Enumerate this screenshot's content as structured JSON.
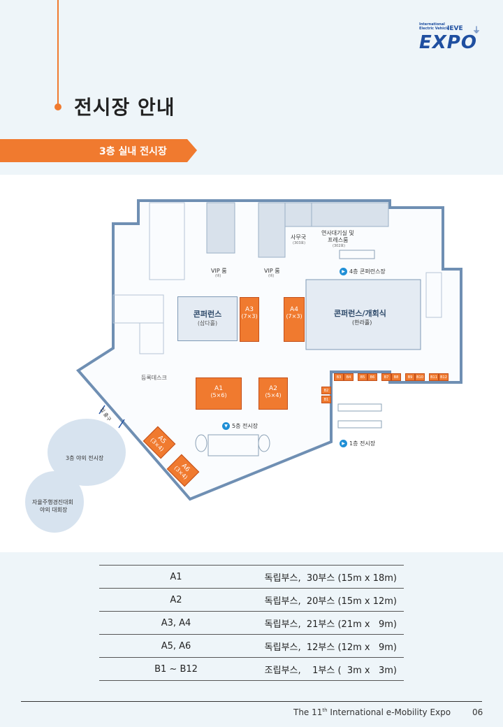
{
  "logo": {
    "line1": "International",
    "line2": "Electric Vehicle",
    "ieve": "IEVE",
    "expo": "EXPO"
  },
  "page": {
    "title": "전시장 안내",
    "section": "3층 실내 전시장"
  },
  "map": {
    "vip1": "VIP 룸",
    "vip1_sub": "(비)",
    "vip2": "VIP 룸",
    "vip2_sub": "(비)",
    "office": "사무국",
    "office_sub": "(303호)",
    "press": "연사대기실 및",
    "press2": "프레스룸",
    "press_sub": "(302호)",
    "to4": "4층 콘퍼런스장",
    "conf1": "콘퍼런스",
    "conf1_sub": "(삼다홀)",
    "conf2": "콘퍼런스/개회식",
    "conf2_sub": "(한라홀)",
    "registration": "등록데스크",
    "to5": "5층 전시장",
    "to1": "1층 전시장",
    "entrance": "입 출구",
    "outdoor": "3층 야외 전시장",
    "contest1": "자율주행경진대회",
    "contest2": "야외 대회장",
    "booths": [
      {
        "id": "A1",
        "dim": "(5×6)"
      },
      {
        "id": "A2",
        "dim": "(5×4)"
      },
      {
        "id": "A3",
        "dim": "(7×3)"
      },
      {
        "id": "A4",
        "dim": "(7×3)"
      },
      {
        "id": "A5",
        "dim": "(3×4)"
      },
      {
        "id": "A6",
        "dim": "(3×4)"
      }
    ],
    "small_booths": [
      "B3",
      "B4",
      "B5",
      "B6",
      "B7",
      "B8",
      "B9",
      "B10",
      "B11",
      "B12",
      "B2",
      "B1"
    ]
  },
  "table": [
    {
      "key": "A1",
      "val": "독립부스,  30부스 (15m x 18m)"
    },
    {
      "key": "A2",
      "val": "독립부스,  20부스 (15m x 12m)"
    },
    {
      "key": "A3, A4",
      "val": "독립부스,  21부스 (21m x   9m)"
    },
    {
      "key": "A5, A6",
      "val": "독립부스,  12부스 (12m x   9m)"
    },
    {
      "key": "B1 ~ B12",
      "val": "조립부스,    1부스 (  3m x   3m)"
    }
  ],
  "footer": {
    "prefix": "The 11",
    "sup": "th",
    "suffix": " International  e-Mobility  Expo",
    "page": "06"
  },
  "colors": {
    "accent": "#f07a2f",
    "wall": "#6f8fb3",
    "navy": "#1f4fa0"
  }
}
